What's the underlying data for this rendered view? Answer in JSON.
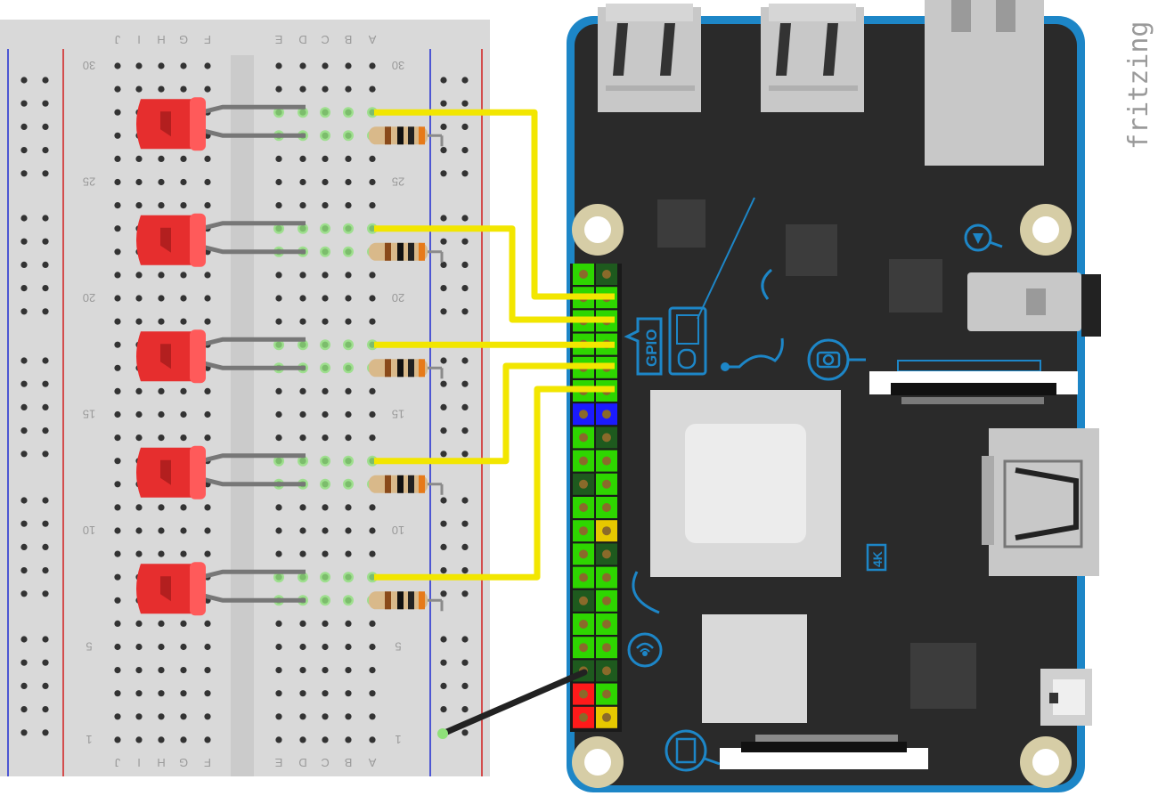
{
  "watermark": "fritzing",
  "breadboard": {
    "column_letters": [
      "J",
      "I",
      "H",
      "G",
      "F",
      "E",
      "D",
      "C",
      "B",
      "A"
    ],
    "row_numbers": [
      "30",
      "25",
      "20",
      "15",
      "10",
      "5",
      "1"
    ]
  },
  "pi_board": {
    "labels": {
      "gpio": "GPIO",
      "four_k": "4K"
    }
  },
  "components": {
    "led_count": 5,
    "resistor_count": 5,
    "led_color": "#e62e2e",
    "wire_color_signal": "#f2e600",
    "wire_color_ground": "#222222"
  },
  "colors": {
    "breadboard": "#d9d9d9",
    "board": "#2a2a2a",
    "board_edge": "#1d86c7",
    "pin_green": "#2ed600",
    "pin_red": "#ff1a1a",
    "pin_blue": "#1b1bff",
    "pin_yellow": "#e6c800"
  }
}
